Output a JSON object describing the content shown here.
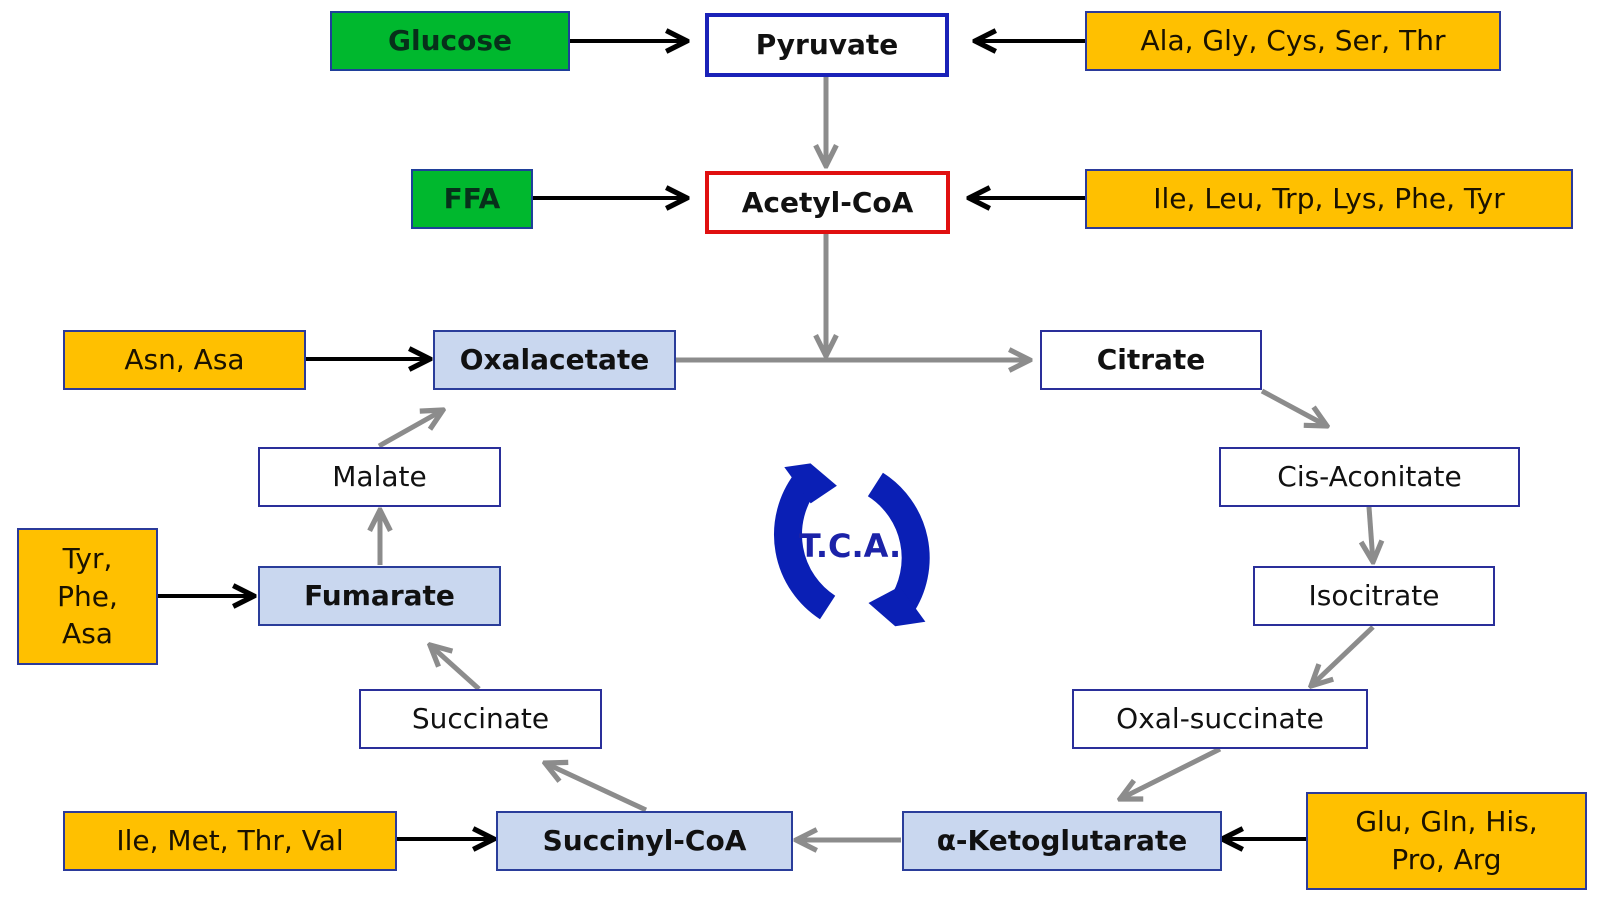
{
  "boxes": {
    "glucose": "Glucose",
    "pyruvate": "Pyruvate",
    "aa_pyruvate": "Ala, Gly, Cys, Ser, Thr",
    "ffa": "FFA",
    "acetyl_coa": "Acetyl-CoA",
    "aa_acetyl": "Ile, Leu, Trp, Lys, Phe, Tyr",
    "aa_oxalacetate": "Asn, Asa",
    "oxalacetate": "Oxalacetate",
    "citrate": "Citrate",
    "malate": "Malate",
    "cis_aconitate": "Cis-Aconitate",
    "aa_fumarate_1": "Tyr,",
    "aa_fumarate_2": "Phe,",
    "aa_fumarate_3": "Asa",
    "fumarate": "Fumarate",
    "isocitrate": "Isocitrate",
    "succinate": "Succinate",
    "oxal_succinate": "Oxal-succinate",
    "aa_succinyl": "Ile, Met, Thr, Val",
    "succinyl_coa": "Succinyl-CoA",
    "ketoglutarate": "α-Ketoglutarate",
    "aa_keto_1": "Glu, Gln, His,",
    "aa_keto_2": "Pro, Arg"
  },
  "cycle_label": "T.C.A.",
  "colors": {
    "green": "#00b82e",
    "orange": "#ffc000",
    "light_blue": "#c9d7ef",
    "pyruvate_border": "#1a22b8",
    "acetyl_border": "#e01010",
    "cycle_blue": "#0a1fb5",
    "gray_arrow": "#8c8c8c",
    "black_arrow": "#000000"
  }
}
